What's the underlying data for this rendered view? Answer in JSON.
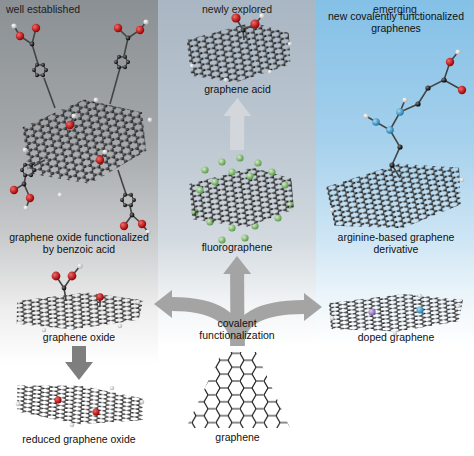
{
  "diagram": {
    "nodes": [
      {
        "text": [
          "well established"
        ]
      },
      {
        "text": [
          "newly explored"
        ]
      },
      {
        "text": [
          "emerging"
        ]
      },
      {
        "text": [
          "graphene oxide functionalized by benzoic acid"
        ],
        "in": 0
      },
      {
        "text": [
          "graphene oxide"
        ],
        "in": 0
      },
      {
        "text": [
          "reduced graphene oxide"
        ],
        "in": 0
      },
      {
        "text": [
          "graphene acid"
        ],
        "in": 1
      },
      {
        "text": [
          "fluorographene"
        ],
        "in": 1
      },
      {
        "text": [
          "graphene"
        ],
        "in": 1
      },
      {
        "text": [
          "arginine-based graphene derivative"
        ],
        "in": 2
      },
      {
        "text": [
          "doped graphene"
        ],
        "in": 2
      }
    ],
    "edges": [
      {
        "from": 4,
        "to": 5,
        "arrow": "to"
      },
      {
        "from": 7,
        "to": 6,
        "arrow": "to"
      },
      {
        "from": 8,
        "to": 4,
        "arrow": "to"
      },
      {
        "from": 8,
        "to": 7,
        "label": "covalent functionalization",
        "arrow": "to"
      },
      {
        "from": 8,
        "to": 10,
        "arrow": "to"
      }
    ],
    "labels": [
      "new covalently functionalized graphenes"
    ]
  }
}
